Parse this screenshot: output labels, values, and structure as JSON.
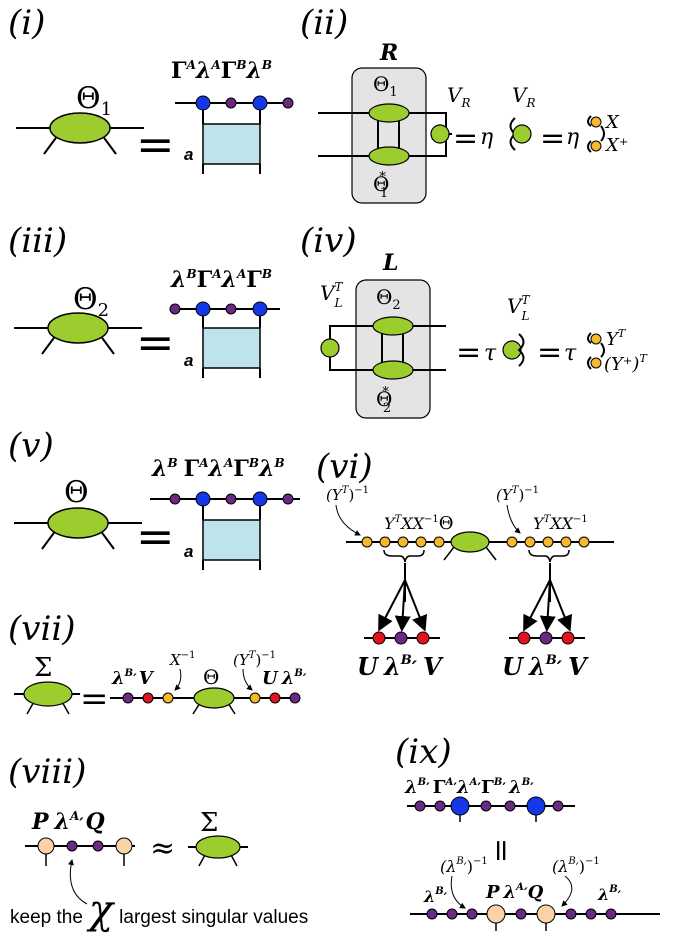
{
  "panels": {
    "i": {
      "label": "(i)",
      "lhs": "Θ",
      "lhs_sub": "1",
      "equals": "=",
      "rhs_top": [
        "Γ",
        "A",
        "λ",
        "A",
        "Γ",
        "B",
        "λ",
        "B"
      ],
      "leg": "a"
    },
    "ii": {
      "label": "(ii)",
      "box": "R",
      "top": "Θ",
      "top_sub": "1",
      "bot": "Θ",
      "bot_sub": "1",
      "bot_sup": "*",
      "v": "V",
      "v_sub": "R",
      "eta": "η",
      "equals": "=",
      "x": "X",
      "xplus": "X⁺"
    },
    "iii": {
      "label": "(iii)",
      "lhs": "Θ",
      "lhs_sub": "2",
      "equals": "=",
      "rhs_top": [
        "λ",
        "B",
        "Γ",
        "A",
        "λ",
        "A",
        "Γ",
        "B"
      ],
      "leg": "a"
    },
    "iv": {
      "label": "(iv)",
      "box": "L",
      "top": "Θ",
      "top_sub": "2",
      "bot": "Θ",
      "bot_sub": "2",
      "bot_sup": "*",
      "v": "V",
      "v_sub": "L",
      "v_sup": "T",
      "tau": "τ",
      "equals": "=",
      "y": "Y",
      "y_sup": "T",
      "yplus": "(Y⁺)",
      "yplus_sup": "T"
    },
    "v": {
      "label": "(v)",
      "lhs": "Θ",
      "equals": "=",
      "rhs_top": [
        "λ",
        "B",
        "Γ",
        "A",
        "λ",
        "A",
        "Γ",
        "B",
        "λ",
        "B"
      ],
      "leg": "a"
    },
    "vi": {
      "label": "(vi)",
      "inv_left": "(Y",
      "inv_sup_t": "T",
      "inv_close": ")",
      "inv_pow": "−1",
      "chain_left": "Y",
      "chain_left_sup": "T",
      "xx": "XX",
      "xx_pow": "−1",
      "theta": "Θ",
      "bottom": [
        "U",
        "λ",
        "B",
        "′",
        "V"
      ]
    },
    "vii": {
      "label": "(vii)",
      "lhs": "Σ",
      "equals": "=",
      "items": [
        "λ",
        "B",
        "′",
        "V",
        "X",
        "−1",
        "Θ",
        "(Y",
        "T",
        ")",
        "−1",
        "U",
        "λ",
        "B",
        "′"
      ]
    },
    "viii": {
      "label": "(viii)",
      "p": "P",
      "lam": "λ",
      "lam_sup": "A",
      "prime": "′",
      "q": "Q",
      "approx": "≈",
      "sigma": "Σ",
      "note_before": "keep the",
      "chi": "χ",
      "note_after": "largest singular values"
    },
    "ix": {
      "label": "(ix)",
      "top_row": [
        "λ",
        "B",
        "′",
        "Γ",
        "A",
        "′",
        "λ",
        "A",
        "′",
        "Γ",
        "B",
        "′",
        "λ",
        "B",
        "′"
      ],
      "equals": "=",
      "inv": "(λ",
      "inv_sup": "B",
      "inv_prime": "′",
      "inv_close": ")",
      "inv_pow": "−1",
      "bottom_row": [
        "λ",
        "B",
        "′",
        "P",
        "λ",
        "A",
        "′",
        "Q",
        "λ",
        "B",
        "′"
      ]
    }
  },
  "colors": {
    "green": "#9ccc2e",
    "blue": "#1438e8",
    "purple": "#6a2a84",
    "red": "#e0141e",
    "yellow": "#f5b82e",
    "peach": "#fad2a6",
    "box_fill": "#e4e4e4",
    "square": "#bfe3ec",
    "line": "#000000"
  }
}
